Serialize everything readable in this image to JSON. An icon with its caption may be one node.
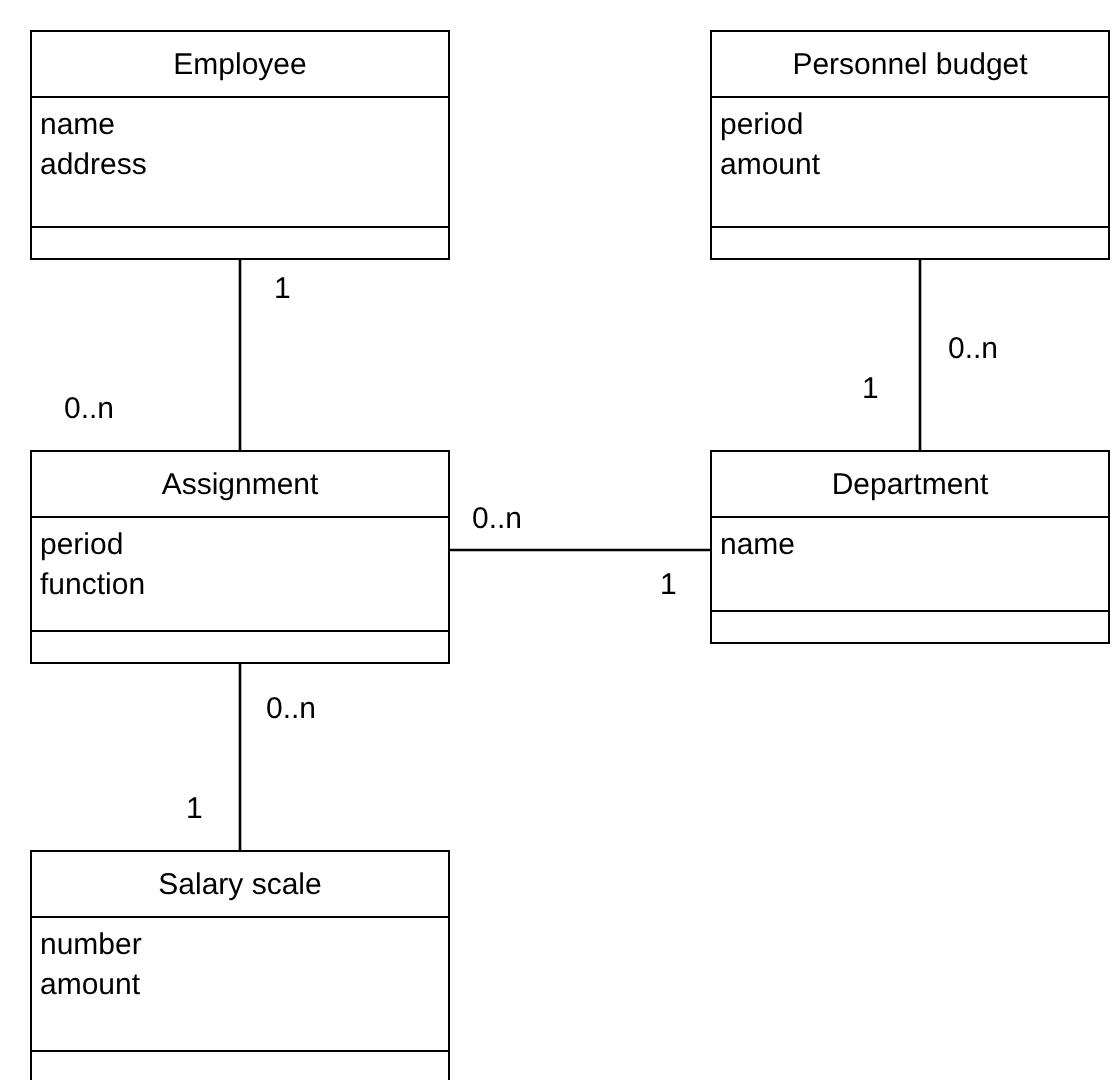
{
  "diagram": {
    "nodes": [
      {
        "text": [
          "Employee",
          "name",
          "address"
        ]
      },
      {
        "text": [
          "Personnel budget",
          "period",
          "amount"
        ]
      },
      {
        "text": [
          "Assignment",
          "period",
          "function"
        ]
      },
      {
        "text": [
          "Department",
          "name"
        ]
      },
      {
        "text": [
          "Salary scale",
          "number",
          "amount"
        ]
      }
    ],
    "edges": [
      {
        "from": 0,
        "to": 2,
        "arrow": "none"
      },
      {
        "from": 1,
        "to": 3,
        "arrow": "none"
      },
      {
        "from": 2,
        "to": 3,
        "arrow": "none"
      },
      {
        "from": 2,
        "to": 4,
        "arrow": "none"
      }
    ],
    "labels": [
      "1",
      "0..n",
      "1",
      "0..n",
      "0..n",
      "1",
      "0..n",
      "1"
    ]
  }
}
